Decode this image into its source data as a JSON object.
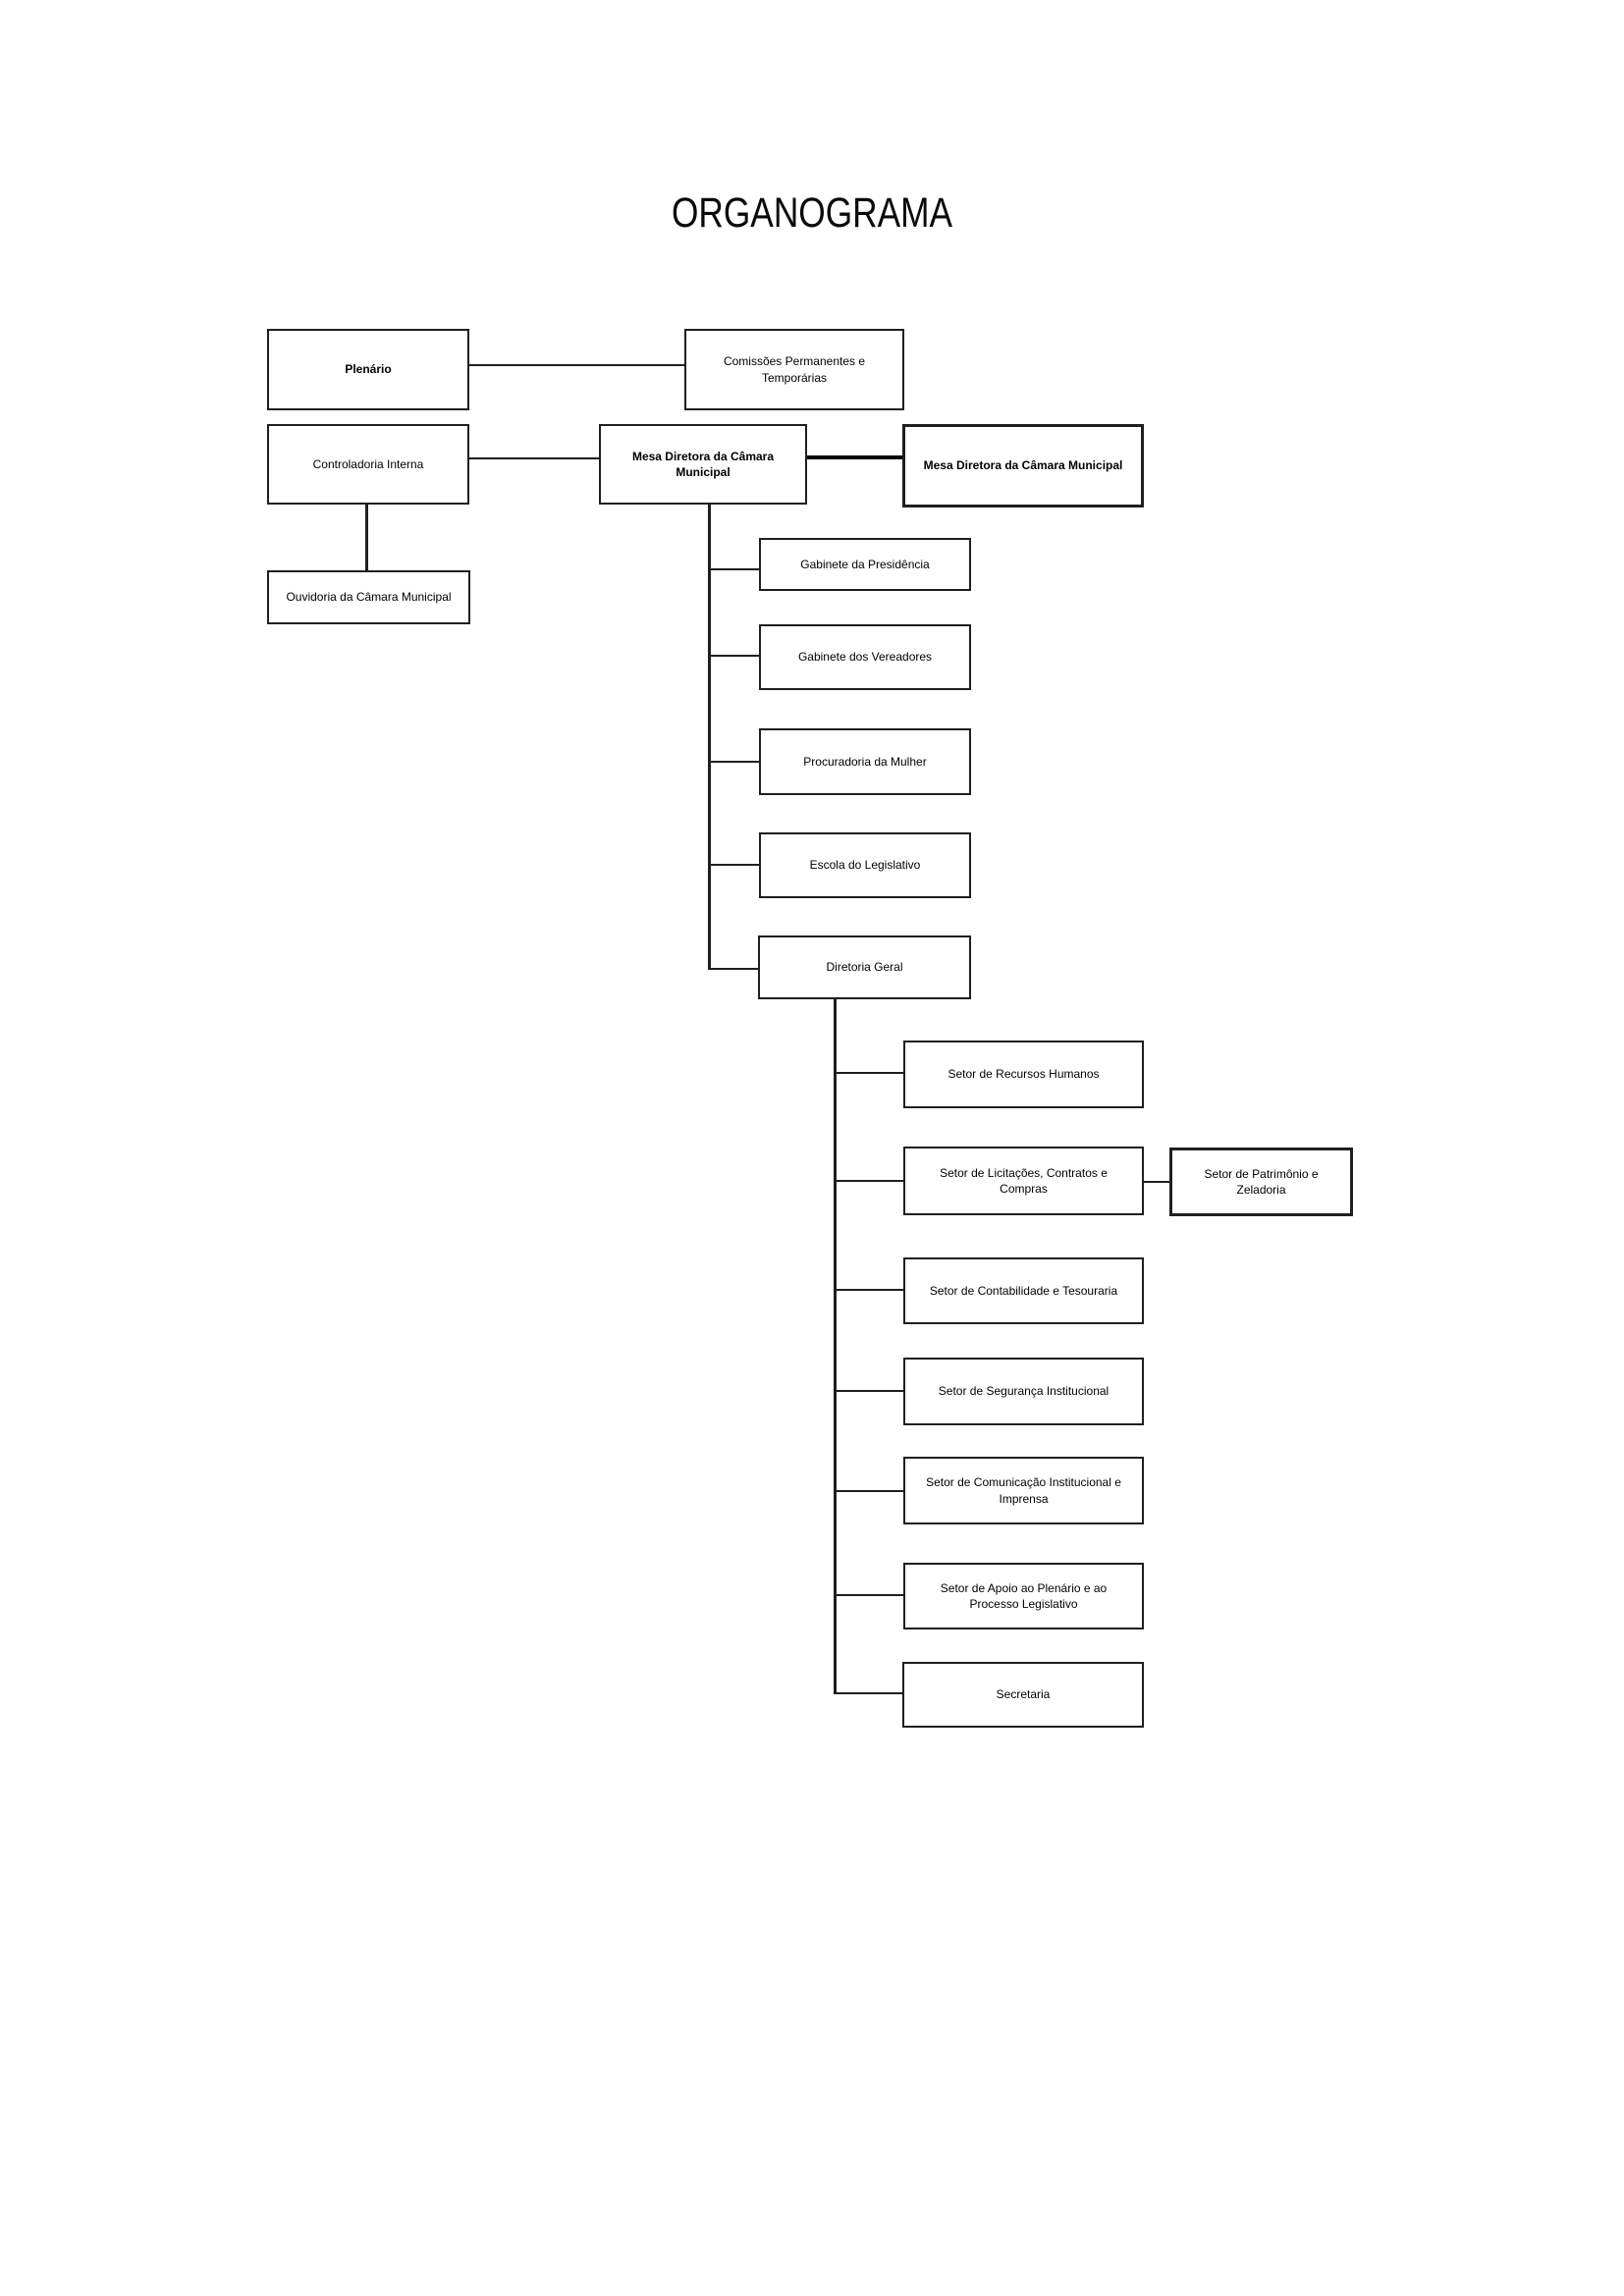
{
  "title": "ORGANOGRAMA",
  "colors": {
    "background": "#ffffff",
    "text": "#000000",
    "line": "#1f1f1f"
  },
  "nodes": {
    "plenario": {
      "label": "Plenário"
    },
    "comissoes": {
      "label": "Comissões Permanentes e Temporárias"
    },
    "controladoria": {
      "label": "Controladoria Interna"
    },
    "mesa_central": {
      "label": "Mesa Diretora da Câmara Municipal"
    },
    "mesa_right": {
      "label": "Mesa Diretora da Câmara Municipal"
    },
    "ouvidoria": {
      "label": "Ouvidoria da Câmara Municipal"
    },
    "gab_presidencia": {
      "label": "Gabinete da Presidência"
    },
    "gab_vereadores": {
      "label": "Gabinete dos Vereadores"
    },
    "procuradoria": {
      "label": "Procuradoria da Mulher"
    },
    "escola": {
      "label": "Escola do Legislativo"
    },
    "diretoria": {
      "label": "Diretoria Geral"
    },
    "recursos": {
      "label": "Setor de Recursos Humanos"
    },
    "licitacoes": {
      "label": "Setor de Licitações, Contratos e Compras"
    },
    "patrimonio": {
      "label": "Setor de Patrimônio e Zeladoria"
    },
    "contabilidade": {
      "label": "Setor de Contabilidade e Tesouraria"
    },
    "seguranca": {
      "label": "Setor de Segurança Institucional"
    },
    "comunicacao": {
      "label": "Setor de Comunicação Institucional e Imprensa"
    },
    "apoio": {
      "label": "Setor de Apoio ao Plenário e ao Processo Legislativo"
    },
    "secretaria": {
      "label": "Secretaria"
    }
  }
}
